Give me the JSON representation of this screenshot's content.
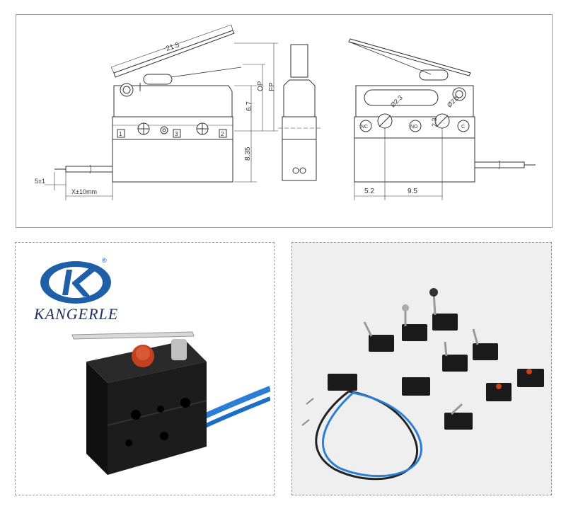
{
  "drawing": {
    "dims": {
      "lever_length": "21.5",
      "op": "OP",
      "fp": "FP",
      "height_top": "6.7",
      "height_bottom": "8.35",
      "hole_left": "Ø2.3",
      "hole_right": "Ø2.5",
      "hole_offset": "2.3",
      "pitch_left": "5.2",
      "pitch_right": "9.5",
      "wire_strip": "5±1",
      "wire_length": "X±10mm"
    },
    "terminals": {
      "left_view": [
        "1",
        "3",
        "2"
      ],
      "right_view": [
        "NC",
        "NO",
        "C"
      ]
    }
  },
  "brand": {
    "name": "KANGERLE",
    "registered": "®",
    "logo_color": "#1f5fa8"
  },
  "colors": {
    "line": "#333333",
    "wire_blue": "#2a7fd4",
    "switch_body": "#1a1a1a",
    "actuator_red": "#c4401e"
  }
}
